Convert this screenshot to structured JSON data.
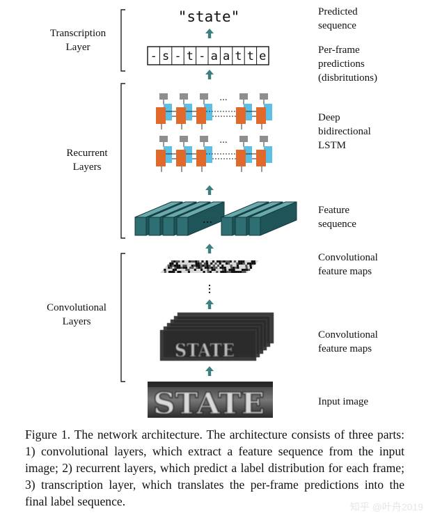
{
  "output_word": "\"state\"",
  "frame_chars": [
    "-",
    "s",
    "-",
    "t",
    "-",
    "a",
    "a",
    "t",
    "t",
    "e"
  ],
  "left_labels": {
    "transcription": "Transcription\nLayer",
    "recurrent": "Recurrent\nLayers",
    "convolutional": "Convolutional\nLayers"
  },
  "right_labels": {
    "predicted": "Predicted\nsequence",
    "perframe": "Per-frame\npredictions\n(disbritutions)",
    "lstm": "Deep\nbidirectional\nLSTM",
    "feature": "Feature\nsequence",
    "convmaps1": "Convolutional\nfeature maps",
    "convmaps2": "Convolutional\nfeature maps",
    "input": "Input image"
  },
  "input_text": "STATE",
  "ellipsis": "...",
  "caption": "Figure 1. The network architecture. The architecture consists of three parts: 1) convolutional layers, which extract a feature sequence from the input image; 2) recurrent layers, which predict a label distribution for each frame; 3) transcription layer, which translates the per-frame predictions into the final label sequence.",
  "watermark": "知乎 @叶舟2019",
  "colors": {
    "arrow": "#3d7f80",
    "lstm_orange": "#e06a2c",
    "lstm_blue": "#5cc0e6",
    "lstm_gray": "#8e8e8e",
    "feature_teal": "#2e6f73",
    "bracket": "#222222"
  }
}
